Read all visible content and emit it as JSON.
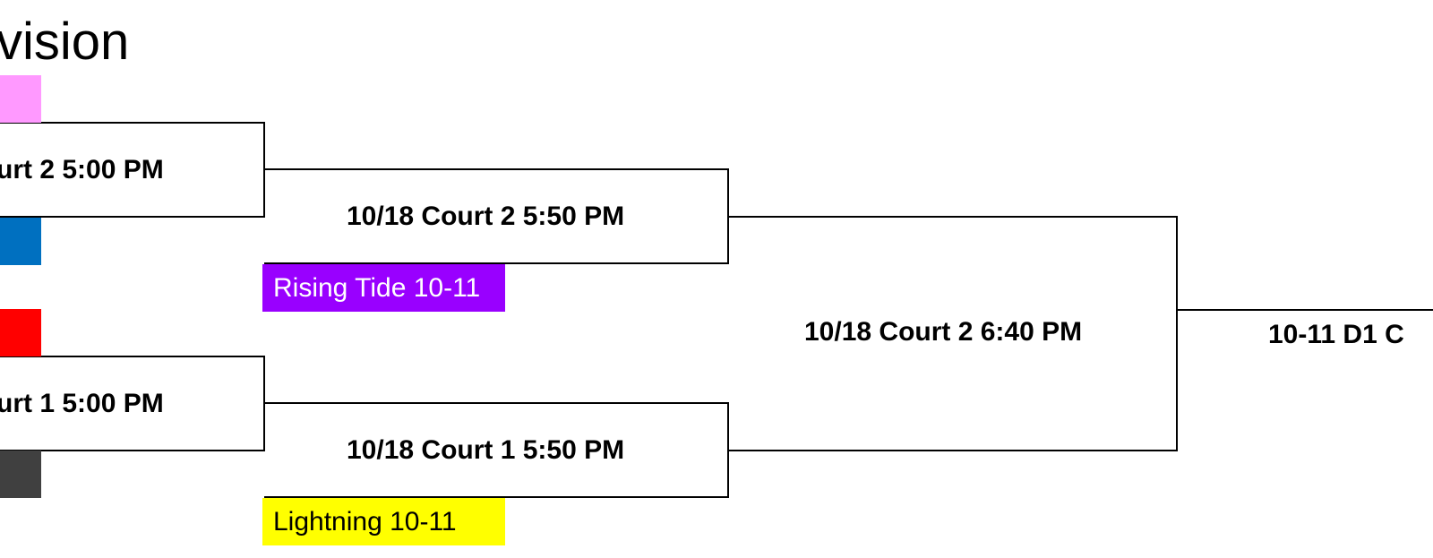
{
  "header": {
    "title": "vision"
  },
  "round1": [
    {
      "game": "urt 2 5:00 PM"
    },
    {
      "game": "urt 1 5:00 PM"
    }
  ],
  "round2": [
    {
      "game": "10/18 Court 2 5:50 PM",
      "team": "Rising Tide 10-11",
      "team_color": "#9900ff",
      "team_text_color": "#ffffff"
    },
    {
      "game": "10/18 Court 1 5:50 PM",
      "team": "Lightning 10-11",
      "team_color": "#ffff00",
      "team_text_color": "#000000"
    }
  ],
  "round3": {
    "game": "10/18 Court 2 6:40 PM"
  },
  "final": {
    "label": "10-11 D1 C"
  },
  "swatches": [
    {
      "color": "#ff99ff"
    },
    {
      "color": "#0070c0"
    },
    {
      "color": "#ff0000"
    },
    {
      "color": "#404040"
    }
  ]
}
